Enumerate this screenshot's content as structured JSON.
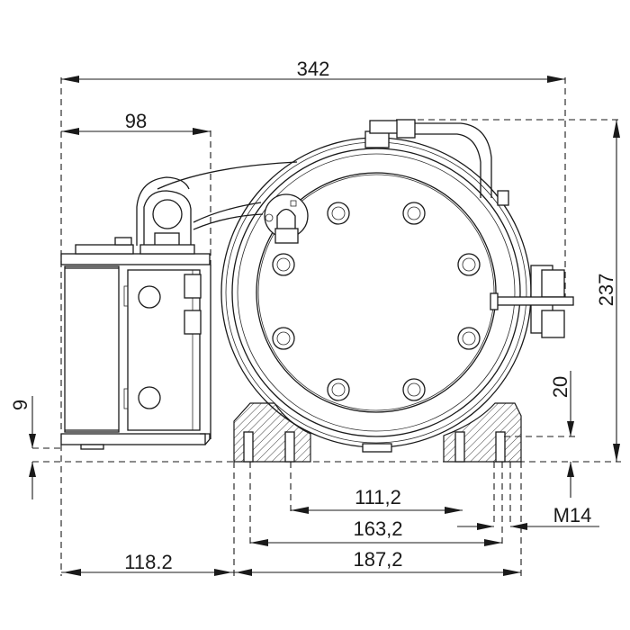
{
  "drawing": {
    "title": "Gearless traction machine – front view dimension drawing",
    "units": "mm",
    "line_color": "#1a1a1a",
    "background": "#ffffff"
  },
  "dimensions": {
    "overall_width": "342",
    "brake_width": "98",
    "overall_height": "237",
    "foot_height": "20",
    "brake_offset": "9",
    "left_offset": "118.2",
    "hole_spacing_inner": "111,2",
    "hole_spacing_mid": "163,2",
    "base_width": "187,2",
    "thread": "M14"
  },
  "components": {
    "sheave_bolts": 8,
    "foot_threaded_holes": 4,
    "brake_bolts": 2
  }
}
